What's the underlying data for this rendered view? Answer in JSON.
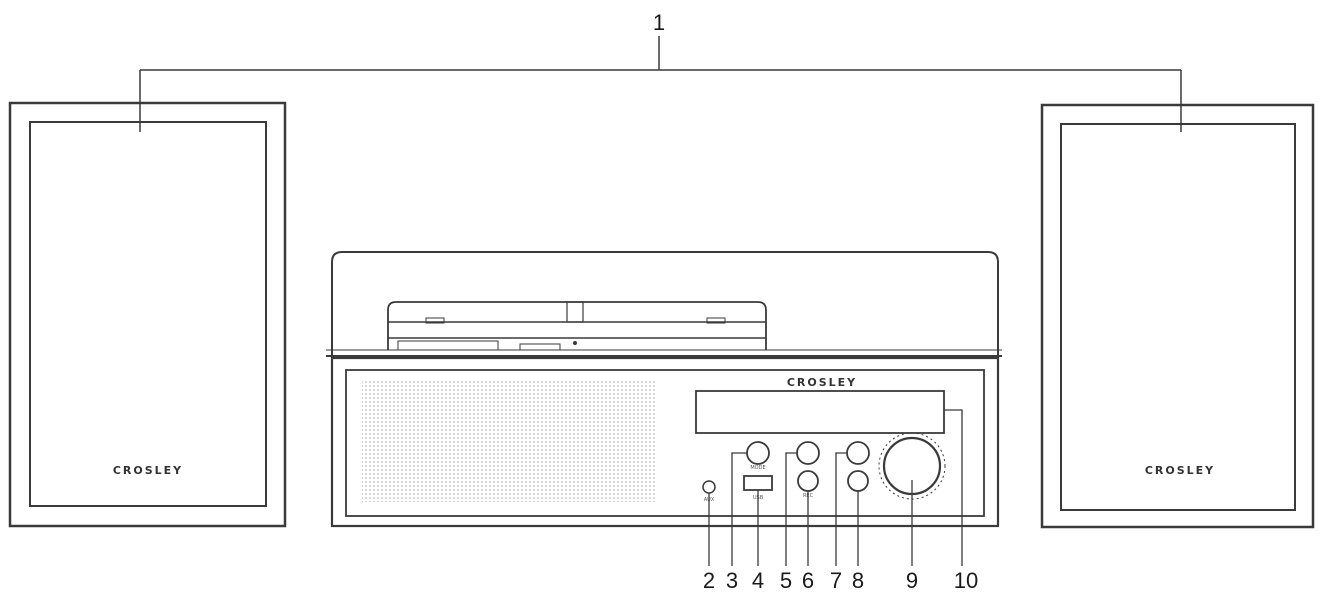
{
  "brand": "CROSLEY",
  "callouts": {
    "c1": "1",
    "c2": "2",
    "c3": "3",
    "c4": "4",
    "c5": "5",
    "c6": "6",
    "c7": "7",
    "c8": "8",
    "c9": "9",
    "c10": "10"
  },
  "colors": {
    "line": "#3a3a3a",
    "grille": "#cfcfcf",
    "background": "#ffffff"
  }
}
